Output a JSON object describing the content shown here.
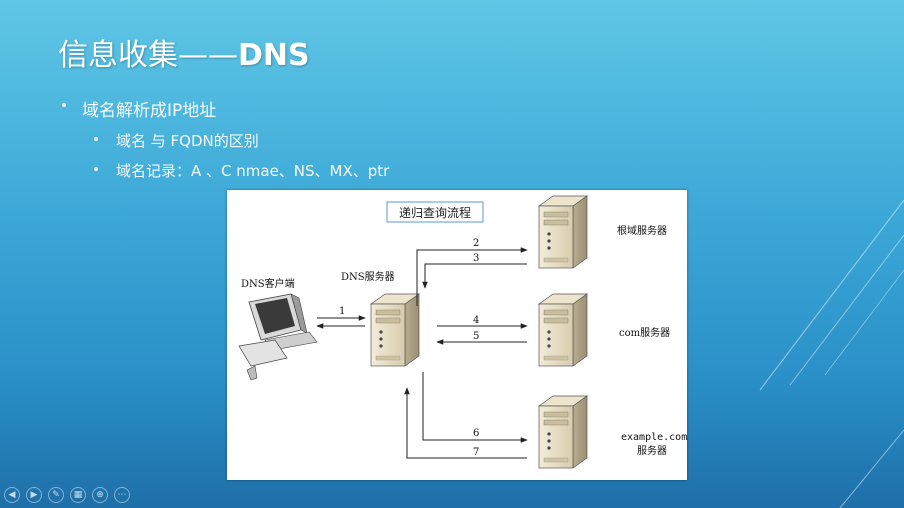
{
  "slide": {
    "title_cn": "信息收集——",
    "title_bold": "DNS",
    "bullets": [
      "域名解析成IP地址",
      "域名 与 FQDN的区别",
      "域名记录：A 、C nmae、NS、MX、ptr"
    ]
  },
  "diagram": {
    "caption": "递归查询流程",
    "client_label": "DNS客户端",
    "dns_server_label": "DNS服务器",
    "root_label": "根域服务器",
    "com_label": "com服务器",
    "example_label_line1": "example.com",
    "example_label_line2": "服务器",
    "arrow_labels": [
      "1",
      "2",
      "3",
      "4",
      "5",
      "6",
      "7"
    ]
  },
  "controls": {
    "prev_icon": "prev-icon",
    "next_icon": "next-icon",
    "pen_icon": "pen-icon",
    "slides_icon": "slides-icon",
    "zoom_icon": "zoom-icon",
    "more_icon": "more-icon",
    "prev_glyph": "◀",
    "next_glyph": "▶",
    "pen_glyph": "✎",
    "slides_glyph": "▦",
    "zoom_glyph": "⊕",
    "more_glyph": "⋯"
  }
}
